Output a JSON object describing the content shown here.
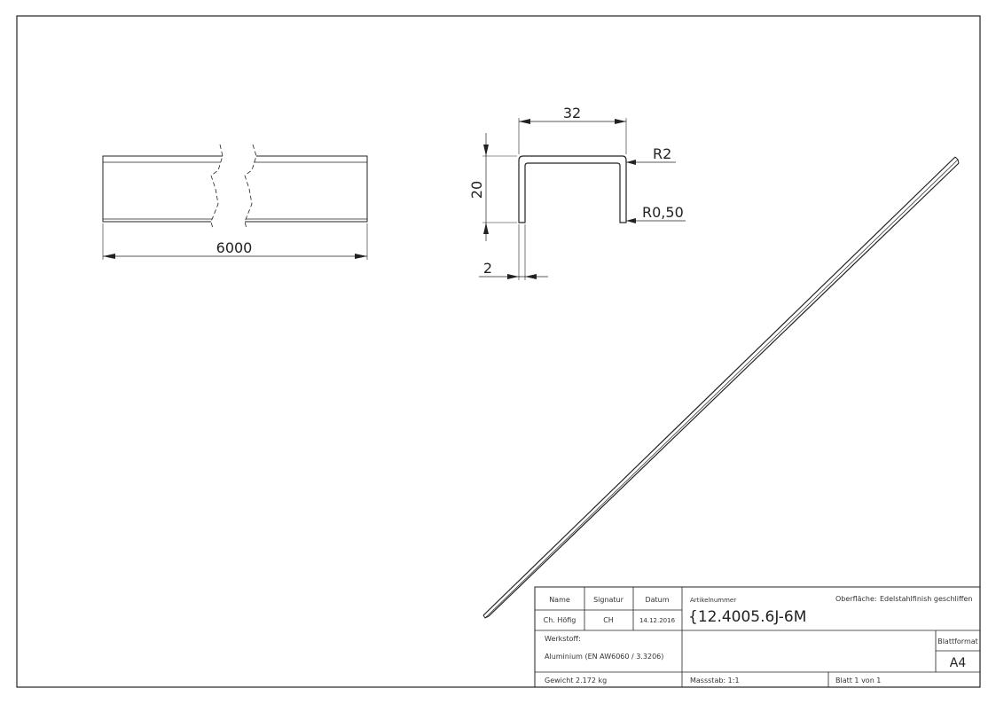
{
  "drawing": {
    "dimensions": {
      "length": "6000",
      "width": "32",
      "height": "20",
      "thickness": "2",
      "outer_radius": "R2",
      "inner_radius": "R0,50"
    }
  },
  "title_block": {
    "headers": {
      "name": "Name",
      "signature": "Signatur",
      "date": "Datum"
    },
    "values": {
      "name": "Ch. Höfig",
      "signature": "CH",
      "date": "14.12.2016"
    },
    "article_label": "Artikelnummer",
    "article_number": "{12.4005.6J-6M",
    "surface_label": "Oberfläche:",
    "surface_value": "Edelstahlfinish geschliffen",
    "material_label": "Werkstoff:",
    "material_value": "Aluminium (EN AW6060 / 3.3206)",
    "sheet_format_label": "Blattformat",
    "sheet_format_value": "A4",
    "weight": "Gewicht 2.172 kg",
    "scale": "Massstab: 1:1",
    "sheet": "Blatt 1 von 1"
  }
}
